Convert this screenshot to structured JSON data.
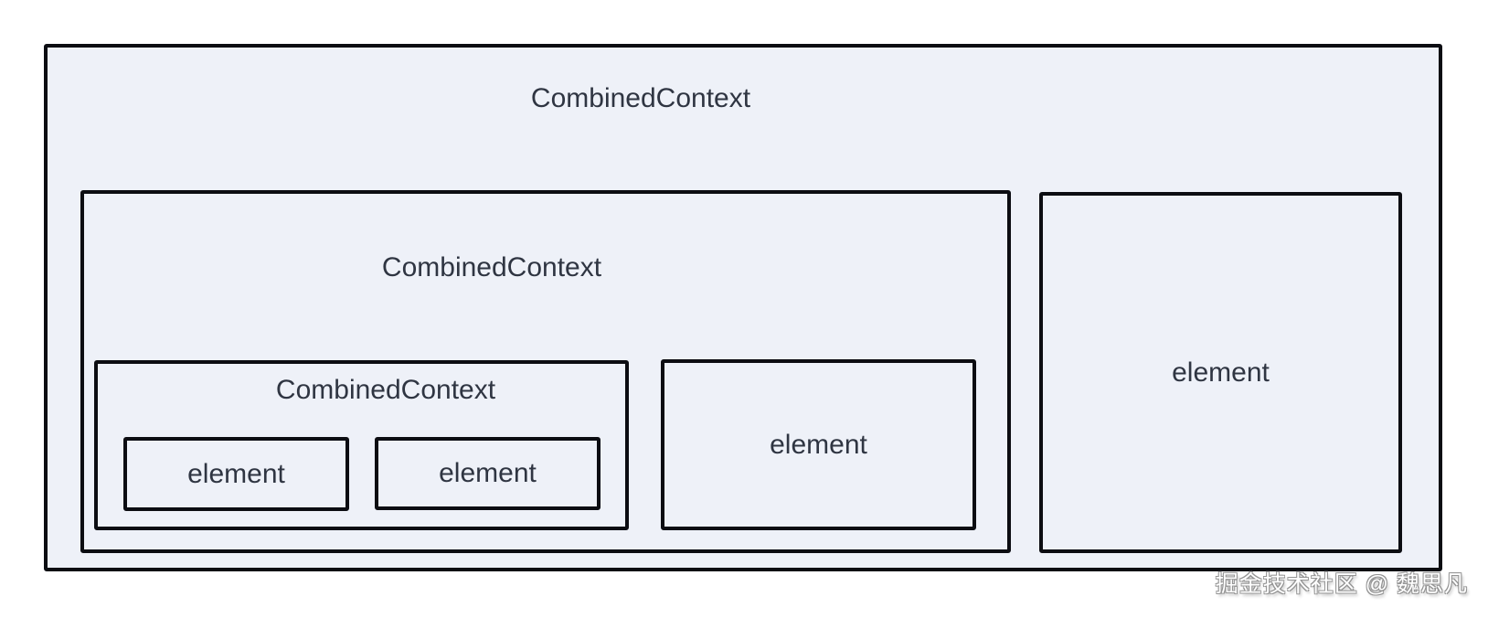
{
  "colors": {
    "box_fill": "#eef1f8",
    "box_border": "#0c0d12",
    "label_text": "#2f3542",
    "page_background": "#ffffff",
    "watermark_fill": "#ffffff",
    "watermark_outline": "#949494"
  },
  "diagram": {
    "root": {
      "label": "CombinedContext",
      "children": [
        {
          "label": "CombinedContext",
          "children": [
            {
              "label": "CombinedContext",
              "children": [
                {
                  "label": "element"
                },
                {
                  "label": "element"
                }
              ]
            },
            {
              "label": "element"
            }
          ]
        },
        {
          "label": "element"
        }
      ]
    }
  },
  "watermark": {
    "text": "掘金技术社区 @ 魏思凡"
  }
}
